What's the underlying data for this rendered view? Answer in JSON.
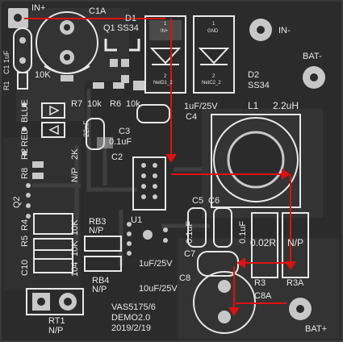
{
  "board": {
    "labels": {
      "in_plus": "IN+",
      "in_minus": "IN-",
      "bat_minus": "BAT-",
      "bat_plus": "BAT+",
      "c1a": "C1A",
      "c1": "C1",
      "c1_val": "1uF",
      "q1": "Q1",
      "d1": "D1",
      "ss34_top": "SS34",
      "d2": "D2",
      "ss34_right": "SS34",
      "r1": "R1",
      "r1_val": "10K",
      "r7": "R7",
      "r7_val": "10k",
      "r6": "R6",
      "r6_val": "10k",
      "blue": "BLUE",
      "red": "RED",
      "r2": "R2",
      "r2_val": "2K",
      "c2_val": "22nF",
      "c3": "C3",
      "c3_val": "0.1uF",
      "c2": "C2",
      "r8": "R8",
      "r8_val": "N/P",
      "l1": "L1",
      "l1_val": "2.2uH",
      "c4": "C4",
      "c4_val": "1uF/25V",
      "q2": "Q2",
      "r4": "R4",
      "r5": "R5",
      "c10": "C10",
      "c10_val": "104",
      "r5_val": "10K",
      "r4_val": "10K",
      "rb3": "RB3",
      "rb3_val": "N/P",
      "u1": "U1",
      "c5": "C5",
      "c6": "C6",
      "c5_val": "0.1uF",
      "c6_val": "0.1uF",
      "r3_val": "0.02R",
      "r3a_val": "N/P",
      "c7": "C7",
      "c7_val": "1uF/25V",
      "rb4": "RB4",
      "rb4_val": "N/P",
      "c8": "C8",
      "c8_val": "10uF/25V",
      "r3": "R3",
      "r3a": "R3A",
      "c8a": "C8A",
      "rt1": "RT1",
      "rt1_val": "N/P",
      "title1": "VAS5175/6",
      "title2": "DEMO2.0",
      "title3": "2019/2/19",
      "d1_pin1": "1",
      "d1_pin1_name": "IN+",
      "d1_pin2": "2",
      "d1_pin2_name": "NetD1_2",
      "d2_pin1": "1",
      "d2_pin1_name": "GND",
      "d2_pin2": "2",
      "d2_pin2_name": "NetC2_2"
    },
    "colors": {
      "board": "#2c2c2c",
      "copper": "#3a3a3a",
      "pad": "#c8c8c8",
      "silk": "#e8e8e8",
      "arrow": "#e01010"
    }
  }
}
